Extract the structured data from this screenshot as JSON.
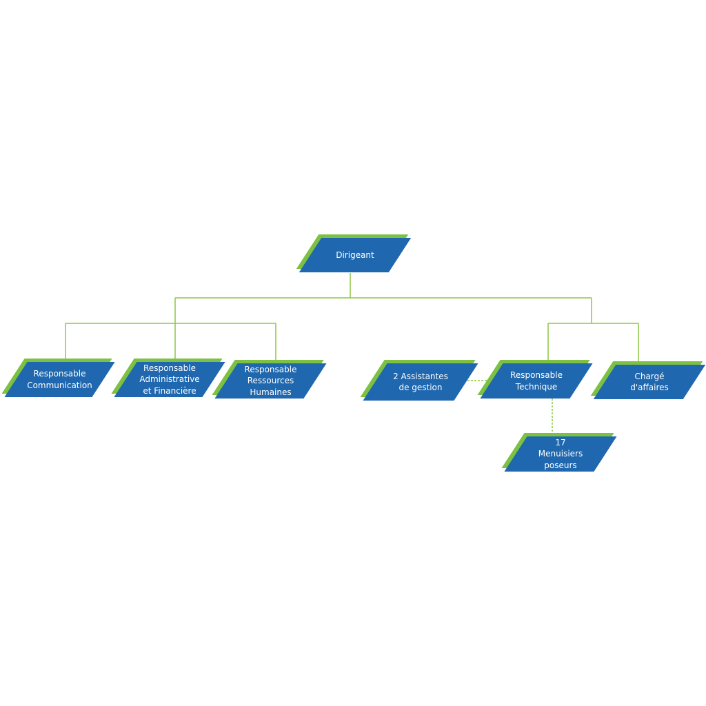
{
  "colors": {
    "node_fill": "#1f67ae",
    "node_accent": "#7cc142",
    "connector": "#8dc63f",
    "text": "#ffffff"
  },
  "nodes": {
    "dirigeant": "Dirigeant",
    "resp_communication": "Responsable\nCommunication",
    "resp_admin_fin": "Responsable\nAdministrative\net Financière",
    "resp_rh": "Responsable\nRessources\nHumaines",
    "assistantes": "2 Assistantes\nde gestion",
    "resp_technique": "Responsable\nTechnique",
    "charge_affaires": "Chargé d'affaires",
    "menuisiers": "17 Menuisiers\nposeurs"
  },
  "edges": [
    {
      "from": "dirigeant",
      "to": "resp_communication",
      "style": "solid"
    },
    {
      "from": "dirigeant",
      "to": "resp_admin_fin",
      "style": "solid"
    },
    {
      "from": "dirigeant",
      "to": "resp_rh",
      "style": "solid"
    },
    {
      "from": "dirigeant",
      "to": "resp_technique",
      "style": "solid"
    },
    {
      "from": "dirigeant",
      "to": "charge_affaires",
      "style": "solid"
    },
    {
      "from": "resp_technique",
      "to": "assistantes",
      "style": "dashed"
    },
    {
      "from": "resp_technique",
      "to": "menuisiers",
      "style": "dashed"
    }
  ]
}
